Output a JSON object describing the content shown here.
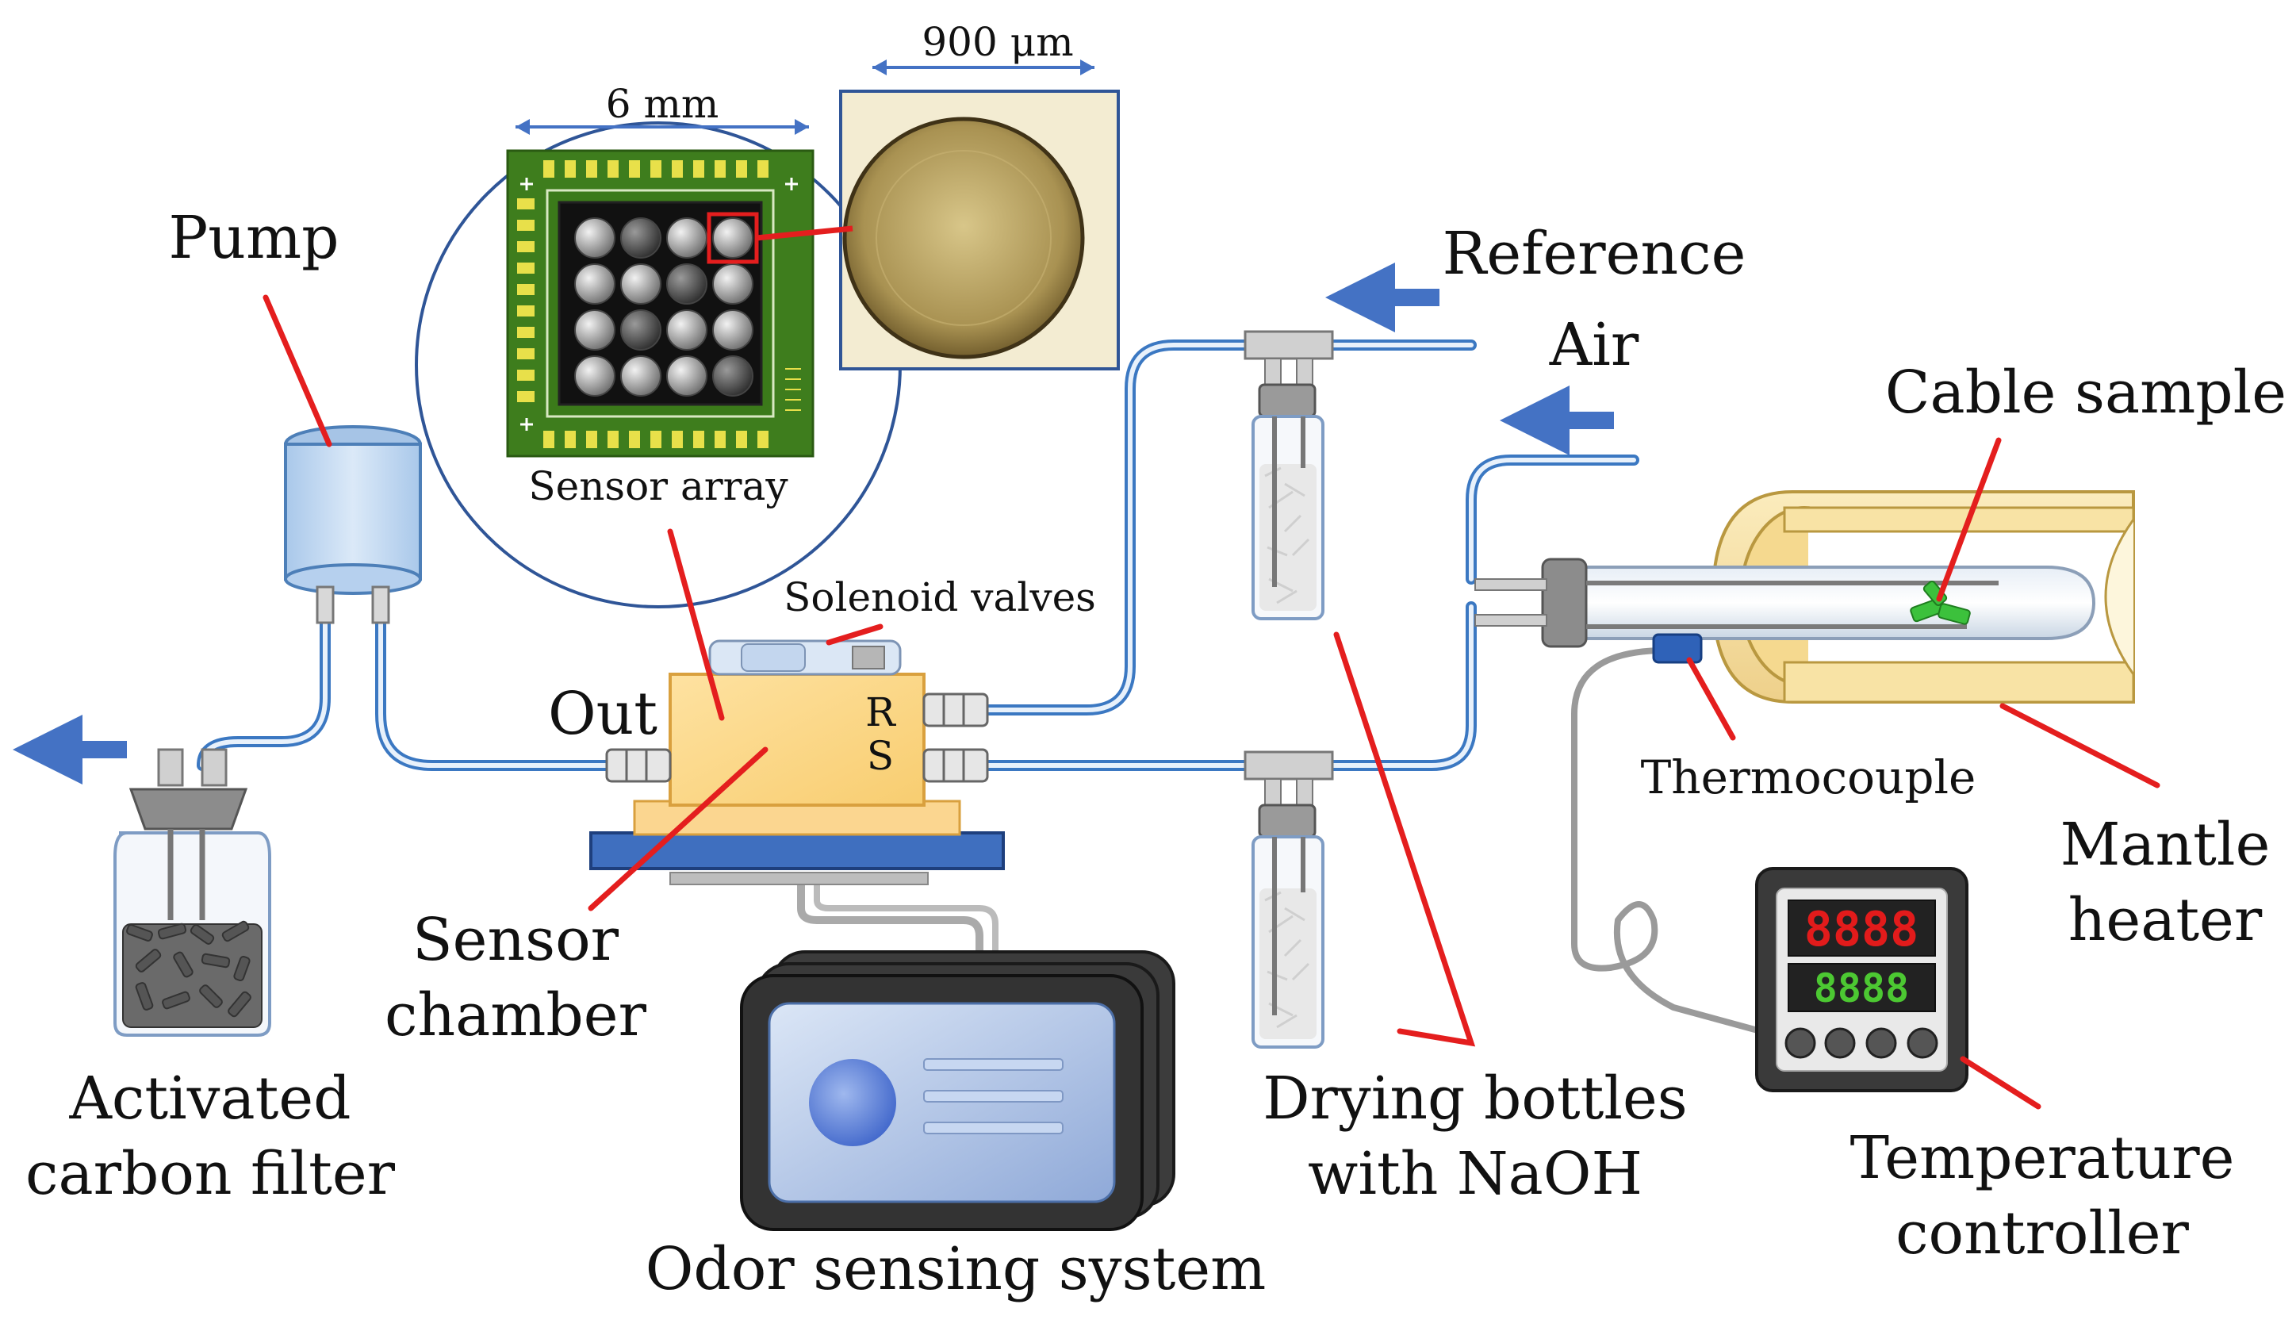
{
  "labels": {
    "pump": "Pump",
    "six_mm": "6 mm",
    "nine_hundred_um": "900 μm",
    "sensor_array": "Sensor array",
    "reference": "Reference",
    "air": "Air",
    "cable_sample": "Cable sample",
    "solenoid_valves": "Solenoid valves",
    "out": "Out",
    "port_r": "R",
    "port_s": "S",
    "thermocouple": "Thermocouple",
    "mantle": "Mantle",
    "heater": "heater",
    "sensor": "Sensor",
    "chamber": "chamber",
    "activated": "Activated",
    "carbon_filter": "carbon filter",
    "drying_bottles": "Drying bottles",
    "with_naoh": "with NaOH",
    "temperature": "Temperature",
    "controller": "controller",
    "odor_sensing_system": "Odor sensing system"
  },
  "controller_display": {
    "top_digits": "8888",
    "bottom_digits": "8888"
  },
  "colors": {
    "leader_line": "#e41e1e",
    "flow_arrow": "#4472c4",
    "tube": "#3b78c2",
    "sensor_chamber": "#fdd98a",
    "pcb": "#3e7d1d",
    "mantle": "#f8e3a5",
    "pump_body": "#c7dcf2",
    "lcd_red": "#e21b1b",
    "lcd_green": "#4cc832"
  }
}
